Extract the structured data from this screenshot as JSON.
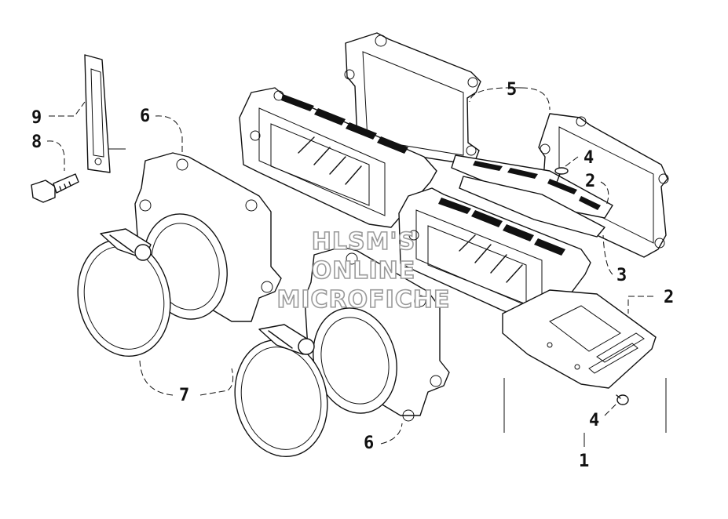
{
  "callouts": {
    "c1": "1",
    "c2a": "2",
    "c2b": "2",
    "c3": "3",
    "c4a": "4",
    "c4b": "4",
    "c5": "5",
    "c6a": "6",
    "c6b": "6",
    "c7": "7",
    "c8": "8",
    "c9": "9"
  },
  "watermark": {
    "line1": "HLSM'S",
    "line2": "ONLINE",
    "line3": "MICROFICHE"
  }
}
